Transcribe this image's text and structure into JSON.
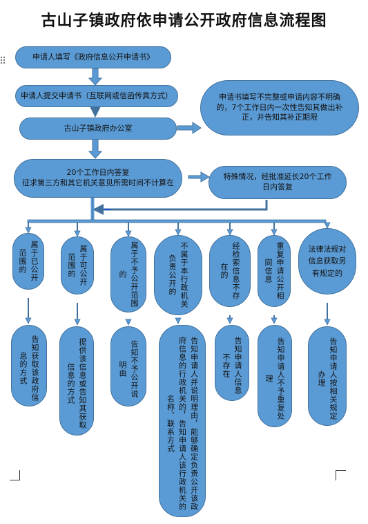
{
  "title": "古山子镇政府依申请公开政府信息流程图",
  "steps": {
    "fill_form": "申请人填写《政府信息公开申请书》",
    "submit": "申请人提交申请书（互联网或信函传真方式）",
    "office": "古山子镇政府办公室",
    "incomplete": "申请书填写不完整或申请内容不明确的，7个工作日内一次性告知其做出补正，并告知其补正期限",
    "reply": "20个工作日内答复\n征求第三方和其它机关意见所需时间不计算在",
    "extend": "特殊情况，经批准延长20个工作日内答复"
  },
  "categories": [
    "属于已公开范围的",
    "属于可公开范围的",
    "属于不予公开范围的",
    "不属于本行政机关负责公开的",
    "经检索信息不存在的",
    "重复申请公开相同信息",
    "法律法规对信息获取另有规定的"
  ],
  "results": [
    "告知获取该政府信息的方式",
    "提供该信息或告知其获取信息的方式",
    "告知不予公开说明由",
    "告知申请人并说明理由，能够确定负责公开该政府信息的行政机关的，告知申请人该行政机关的名称、联系方式",
    "告知申请人信息不存在",
    "告知申请人不予重复处理",
    "告知申请人按相关规定办理"
  ],
  "colors": {
    "node_fill": "#5b9bd5",
    "node_border": "#41719c",
    "connector": "#41719c",
    "arrow_fill": "#5b9bd5"
  }
}
